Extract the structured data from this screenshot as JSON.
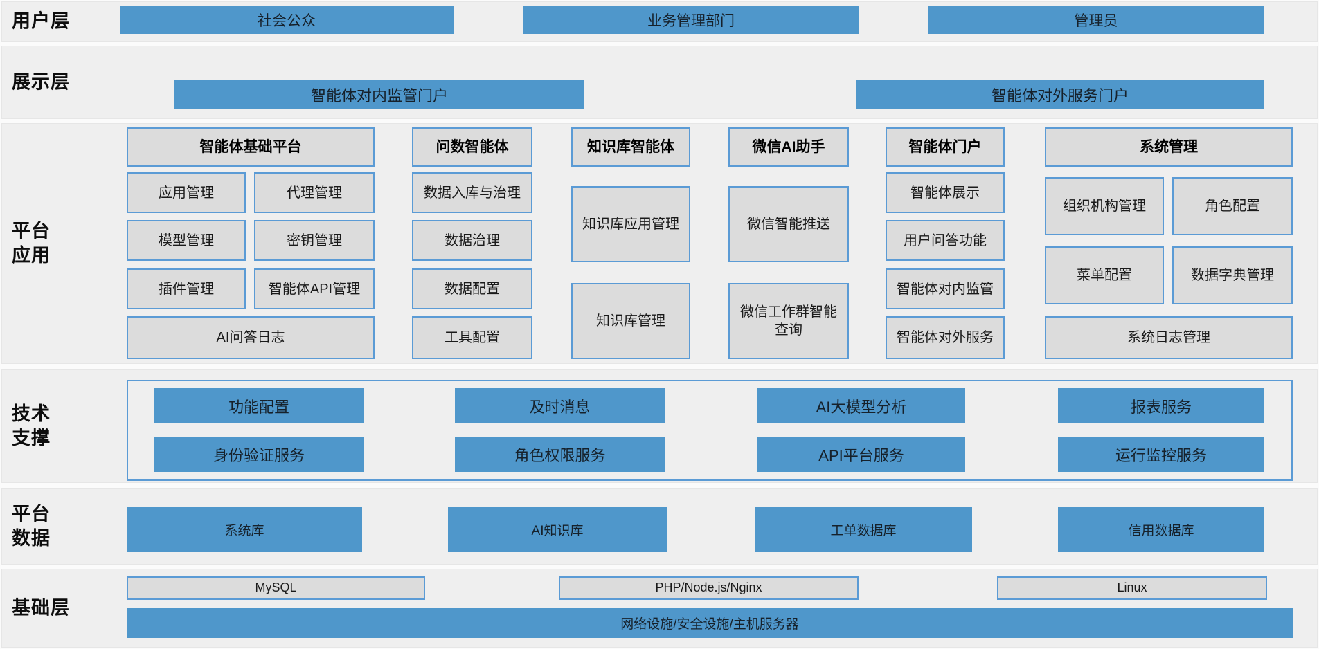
{
  "colors": {
    "accent_blue": "#4f97cb",
    "border_blue": "#5b9bd5",
    "box_gray": "#dcdcdc",
    "band_bg": "#efefef"
  },
  "layers": {
    "users": {
      "label": "用户层",
      "items": [
        "社会公众",
        "业务管理部门",
        "管理员"
      ]
    },
    "display": {
      "label": "展示层",
      "items": [
        "智能体对内监管门户",
        "智能体对外服务门户"
      ]
    },
    "apps": {
      "label": "平台\n应用",
      "col1": {
        "header": "智能体基础平台",
        "items": [
          "应用管理",
          "代理管理",
          "模型管理",
          "密钥管理",
          "插件管理",
          "智能体API管理",
          "AI问答日志"
        ]
      },
      "col2": {
        "header": "问数智能体",
        "items": [
          "数据入库与治理",
          "数据治理",
          "数据配置",
          "工具配置"
        ]
      },
      "col3": {
        "header": "知识库智能体",
        "items": [
          "知识库应用管理",
          "知识库管理"
        ]
      },
      "col4": {
        "header": "微信AI助手",
        "items": [
          "微信智能推送",
          "微信工作群智能查询"
        ]
      },
      "col5": {
        "header": "智能体门户",
        "items": [
          "智能体展示",
          "用户问答功能",
          "智能体对内监管",
          "智能体对外服务"
        ]
      },
      "col6": {
        "header": "系统管理",
        "items": [
          "组织机构管理",
          "角色配置",
          "菜单配置",
          "数据字典管理",
          "系统日志管理"
        ]
      }
    },
    "tech": {
      "label": "技术\n支撑",
      "items": [
        "功能配置",
        "及时消息",
        "AI大模型分析",
        "报表服务",
        "身份验证服务",
        "角色权限服务",
        "API平台服务",
        "运行监控服务"
      ]
    },
    "data": {
      "label": "平台\n数据",
      "items": [
        "系统库",
        "AI知识库",
        "工单数据库",
        "信用数据库"
      ]
    },
    "infra": {
      "label": "基础层",
      "middleware": [
        "MySQL",
        "PHP/Node.js/Nginx",
        "Linux"
      ],
      "base": "网络设施/安全设施/主机服务器"
    }
  }
}
